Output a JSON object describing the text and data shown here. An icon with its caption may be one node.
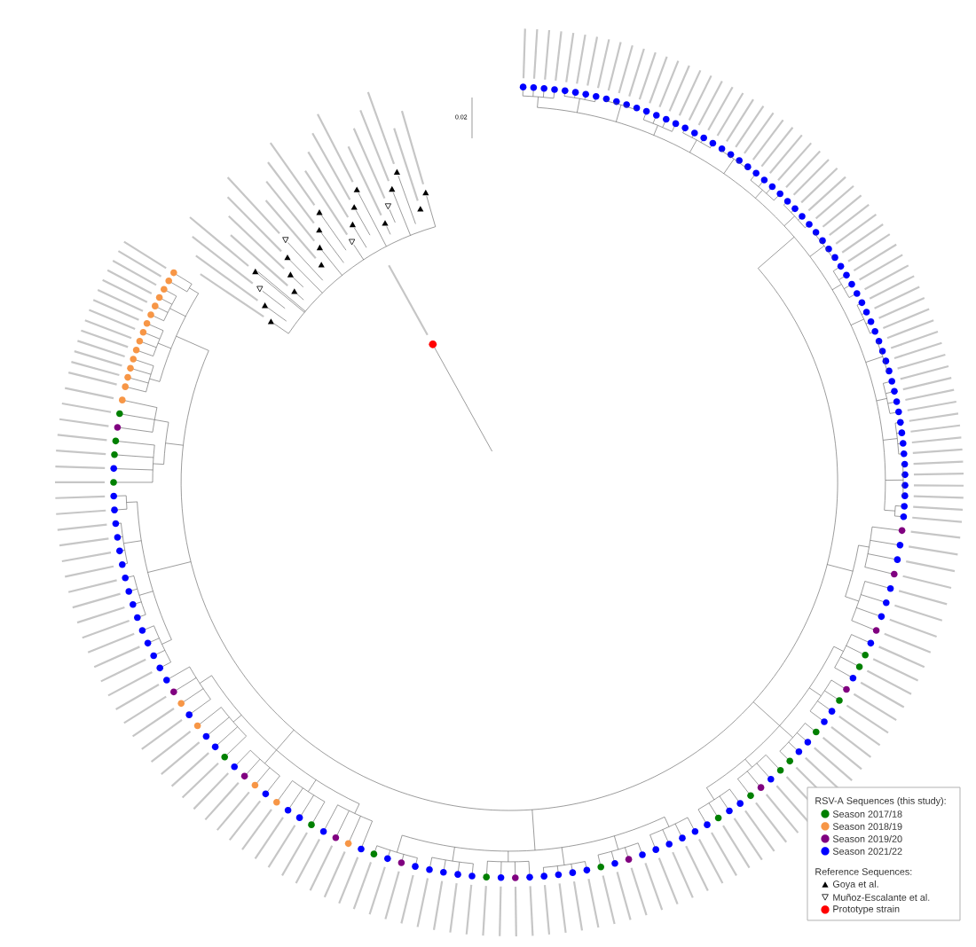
{
  "diagram": {
    "labels": [
      "0.02",
      "RSV-A Sequences (this study):",
      "Reference Sequences:"
    ],
    "legend": [
      {
        "text": "Season 2017/18",
        "color": "#008000"
      },
      {
        "text": "Season 2018/19",
        "color": "#f79646"
      },
      {
        "text": "Season 2019/20",
        "color": "#800080"
      },
      {
        "text": "Season 2021/22",
        "color": "#0000ff"
      },
      {
        "text": "Goya et al."
      },
      {
        "text": "Muñoz-Escalante et al."
      },
      {
        "text": "Prototype strain",
        "color": "#ff0000"
      }
    ]
  }
}
